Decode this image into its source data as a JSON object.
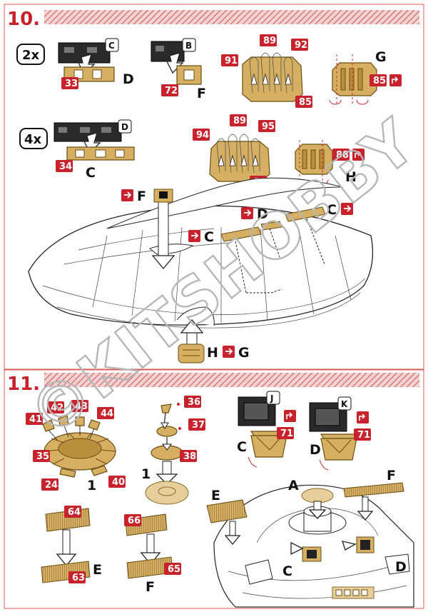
{
  "steps": [
    {
      "number": "10."
    },
    {
      "number": "11."
    }
  ],
  "multipliers": {
    "step10_c": "2x",
    "step10_d": "4x"
  },
  "part_numbers": {
    "p33": "33",
    "p72": "72",
    "p89a": "89",
    "p91": "91",
    "p92": "92",
    "p85a": "85",
    "p85b": "85",
    "p34": "34",
    "p89b": "89",
    "p94": "94",
    "p95": "95",
    "p88a": "88",
    "p88b": "88",
    "p36": "36",
    "p37": "37",
    "p38": "38",
    "p41": "41",
    "p42": "42",
    "p43": "43",
    "p44": "44",
    "p35": "35",
    "p24": "24",
    "p40": "40",
    "p71a": "71",
    "p71b": "71",
    "p64": "64",
    "p63": "63",
    "p66": "66",
    "p65": "65"
  },
  "decal_letters": {
    "c1": "C",
    "b": "B",
    "d1": "D",
    "j": "J",
    "k": "K"
  },
  "assembly_letters": {
    "d_sub": "D",
    "f_sub": "F",
    "g_sub": "G",
    "c_sub": "C",
    "h_sub": "H",
    "f_ref": "F",
    "d_ref": "D",
    "c_ref_right": "C",
    "c_ref_left": "C",
    "h_ref": "H",
    "g_ref": "G",
    "one_a": "1",
    "one_b": "1",
    "c_11": "C",
    "d_11": "D",
    "e_11": "E",
    "f_11": "F",
    "a_main": "A",
    "f_main": "F",
    "e_main": "E",
    "c_main": "C",
    "d_main": "D"
  },
  "watermark": "©KITSHOBBY",
  "colors": {
    "red": "#c8232c",
    "brass": "#d5b063",
    "brass_edge": "#6b4d12"
  }
}
